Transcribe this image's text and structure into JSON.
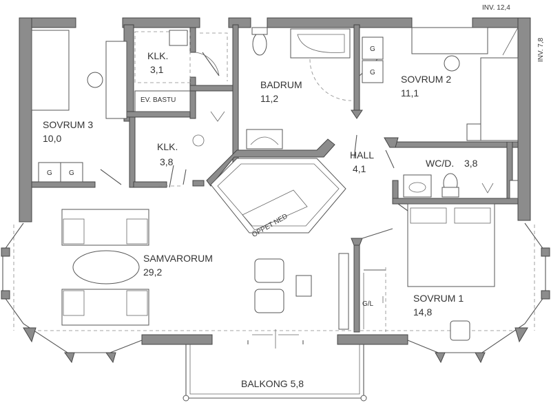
{
  "notes": {
    "inv_top": "INV. 12,4",
    "inv_side": "INV. 7,8"
  },
  "rooms": [
    {
      "id": "klk-top",
      "name": "KLK.",
      "area": "3,1"
    },
    {
      "id": "badrum",
      "name": "BADRUM",
      "area": "11,2"
    },
    {
      "id": "sovrum2",
      "name": "SOVRUM 2",
      "area": "11,1"
    },
    {
      "id": "sovrum3",
      "name": "SOVRUM 3",
      "area": "10,0"
    },
    {
      "id": "klk-mid",
      "name": "KLK.",
      "area": "3,8"
    },
    {
      "id": "hall",
      "name": "HALL",
      "area": "4,1"
    },
    {
      "id": "wcd",
      "name": "WC/D.",
      "area": "3,8"
    },
    {
      "id": "samvarorum",
      "name": "SAMVARORUM",
      "area": "29,2"
    },
    {
      "id": "sovrum1",
      "name": "SOVRUM 1",
      "area": "14,8"
    }
  ],
  "labels": {
    "bastu": "EV. BASTU",
    "spis": "ÖPPET NED",
    "ga": "G/L",
    "g": "G",
    "balkong": "BALKONG 5,8"
  }
}
